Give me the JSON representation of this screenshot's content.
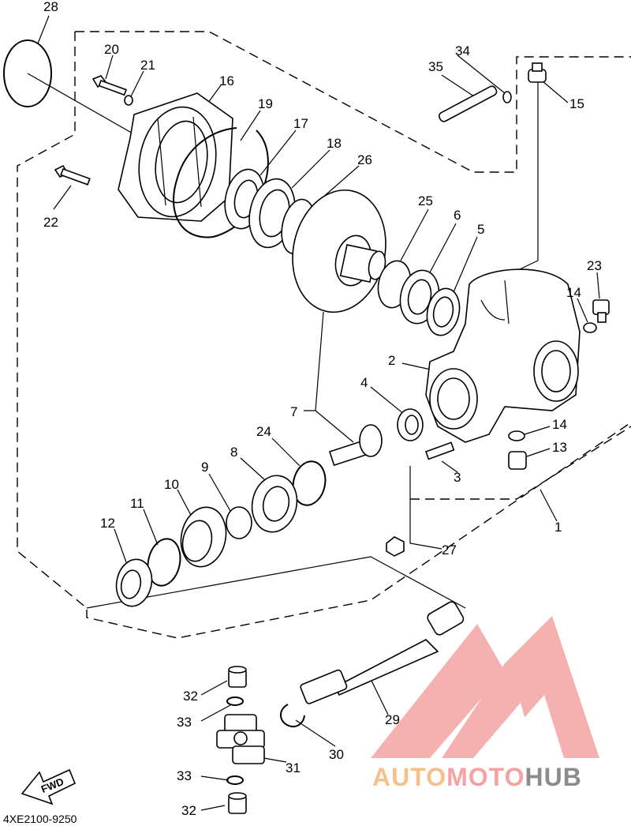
{
  "diagram": {
    "code": "4XE2100-9250",
    "fwd_label": "FWD",
    "callouts": [
      {
        "id": "c28",
        "label": "28"
      },
      {
        "id": "c20",
        "label": "20"
      },
      {
        "id": "c21",
        "label": "21"
      },
      {
        "id": "c16",
        "label": "16"
      },
      {
        "id": "c19",
        "label": "19"
      },
      {
        "id": "c17",
        "label": "17"
      },
      {
        "id": "c18",
        "label": "18"
      },
      {
        "id": "c26",
        "label": "26"
      },
      {
        "id": "c34",
        "label": "34"
      },
      {
        "id": "c35",
        "label": "35"
      },
      {
        "id": "c15",
        "label": "15"
      },
      {
        "id": "c22",
        "label": "22"
      },
      {
        "id": "c25",
        "label": "25"
      },
      {
        "id": "c6",
        "label": "6"
      },
      {
        "id": "c5",
        "label": "5"
      },
      {
        "id": "c23",
        "label": "23"
      },
      {
        "id": "c14a",
        "label": "14"
      },
      {
        "id": "c2",
        "label": "2"
      },
      {
        "id": "c4",
        "label": "4"
      },
      {
        "id": "c7",
        "label": "7"
      },
      {
        "id": "c14b",
        "label": "14"
      },
      {
        "id": "c13",
        "label": "13"
      },
      {
        "id": "c24",
        "label": "24"
      },
      {
        "id": "c3",
        "label": "3"
      },
      {
        "id": "c8",
        "label": "8"
      },
      {
        "id": "c9",
        "label": "9"
      },
      {
        "id": "c10",
        "label": "10"
      },
      {
        "id": "c11",
        "label": "11"
      },
      {
        "id": "c12",
        "label": "12"
      },
      {
        "id": "c1",
        "label": "1"
      },
      {
        "id": "c27",
        "label": "27"
      },
      {
        "id": "c32a",
        "label": "32"
      },
      {
        "id": "c33a",
        "label": "33"
      },
      {
        "id": "c29",
        "label": "29"
      },
      {
        "id": "c30",
        "label": "30"
      },
      {
        "id": "c31",
        "label": "31"
      },
      {
        "id": "c33b",
        "label": "33"
      },
      {
        "id": "c32b",
        "label": "32"
      }
    ]
  },
  "watermark": {
    "part1": "AUTO",
    "part2": "MOTO",
    "part3": "HUB",
    "color_auto": "#f5c08a",
    "color_moto": "#f4a3a3",
    "color_hub": "#8c8c8c",
    "color_logo": "#f4a3a3"
  }
}
